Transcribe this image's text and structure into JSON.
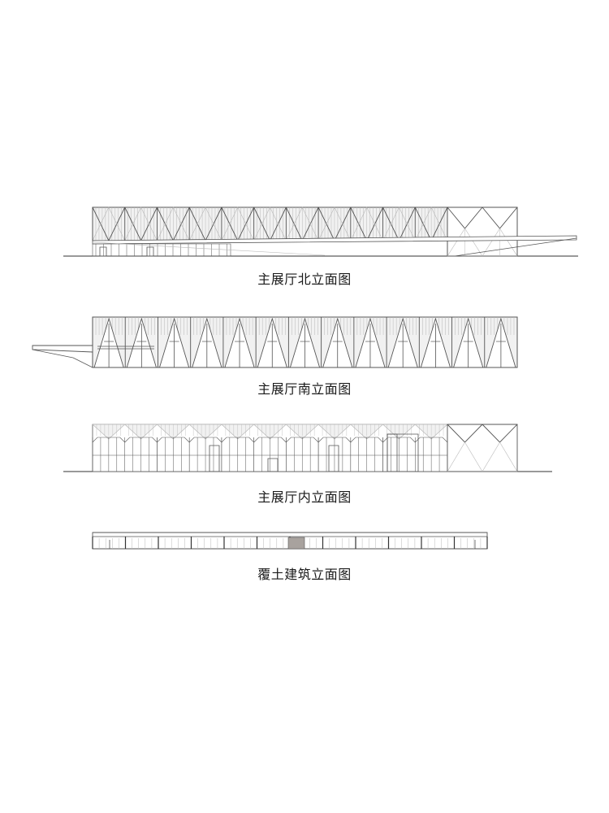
{
  "drawings": [
    {
      "id": "north",
      "caption": "主展厅北立面图"
    },
    {
      "id": "south",
      "caption": "主展厅南立面图"
    },
    {
      "id": "interior",
      "caption": "主展厅内立面图"
    },
    {
      "id": "earth",
      "caption": "覆土建筑立面图"
    }
  ],
  "colors": {
    "line": "#555555",
    "light": "#b8b8b8",
    "ground": "#333333",
    "fill": "#f1f1f1",
    "door": "#a8a29e"
  }
}
